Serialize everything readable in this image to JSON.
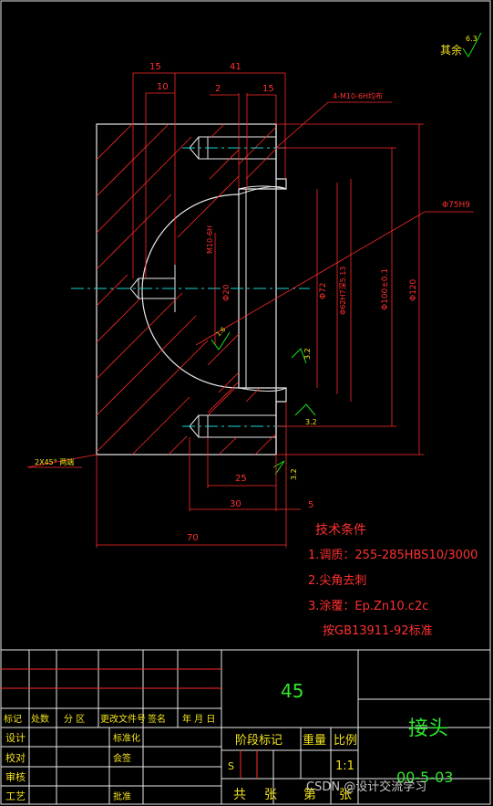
{
  "roughness": {
    "label": "其余",
    "value": "6.3"
  },
  "dims": {
    "d15_top": "15",
    "d41": "41",
    "d10": "10",
    "d2": "2",
    "d15_right": "15",
    "hole_callout": "4-M10-6H均布",
    "bore": "Φ75H9",
    "thread": "M10-6H",
    "phi20": "Φ20",
    "phi72": "Φ72",
    "phi62": "Φ62H7深5.13",
    "phi100": "Φ100±0.1",
    "phi120": "Φ120",
    "chamfer": "2X45° 两端",
    "d25": "25",
    "d30": "30",
    "d5": "5",
    "d70": "70",
    "r16": "1.6",
    "r32a": "3.2",
    "r32b": "3.2",
    "r32c": "3.2"
  },
  "notes": {
    "title": "技术条件",
    "line1": "1.调质：255-285HBS10/3000",
    "line2": "2.尖角去刺",
    "line3": "3.涂覆：Ep.Zn10.c2c",
    "line4": "按GB13911-92标准"
  },
  "titleblock": {
    "material": "45",
    "part_name": "接头",
    "drawing_no": "00-5-03",
    "mark": "标记",
    "count": "处数",
    "zone": "分 区",
    "change_doc": "更改文件号",
    "sign": "签名",
    "date": "年 月 日",
    "design": "设计",
    "check": "校对",
    "review": "审核",
    "process": "工艺",
    "standardize": "标准化",
    "countersign": "会签",
    "approve": "批准",
    "stage_mark": "阶段标记",
    "weight": "重量",
    "scale": "比例",
    "stage_s": "S",
    "scale_val": "1:1",
    "total": "共",
    "sheets": "张",
    "no": "第",
    "sheet2": "张"
  },
  "watermark": "CSDN @设计交流学习"
}
